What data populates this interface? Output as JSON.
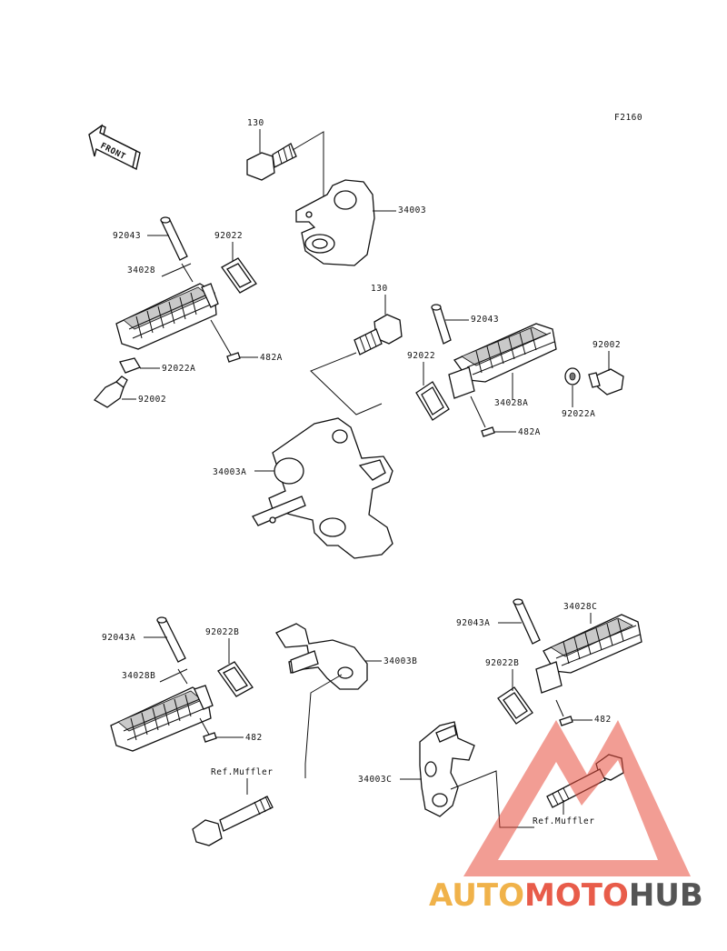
{
  "figure_code": "F2160",
  "front_label": "FRONT",
  "labels": {
    "l130a": "130",
    "l34003": "34003",
    "l92043a": "92043",
    "l92022a": "92022",
    "l34028": "34028",
    "l482A_left": "482A",
    "l92022A_left": "92022A",
    "l92002_left": "92002",
    "l130b": "130",
    "l92043b": "92043",
    "l92022b": "92022",
    "l92002_right": "92002",
    "l34028A": "34028A",
    "l92022A_right": "92022A",
    "l482A_right": "482A",
    "l34003A": "34003A",
    "l92043A_bl": "92043A",
    "l92022B_bl": "92022B",
    "l34003B": "34003B",
    "l34028B": "34028B",
    "l482_bl": "482",
    "l92043A_br": "92043A",
    "l34028C": "34028C",
    "l92022B_br": "92022B",
    "l482_br": "482",
    "lRefMufflerL": "Ref.Muffler",
    "l34003C": "34003C",
    "lRefMufflerR": "Ref.Muffler"
  },
  "watermark": {
    "part1": "AUTO",
    "part2": "MOTO",
    "part3": "HUB",
    "color1": "#f0b24a",
    "color2": "#e85c4a",
    "color3": "#555555",
    "triangle_color": "#e84c3d"
  }
}
